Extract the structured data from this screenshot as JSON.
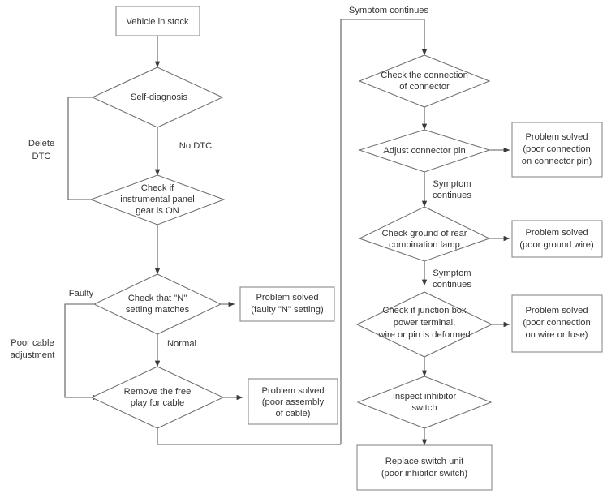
{
  "diagram": {
    "title": "Inhibitor switch / instrument panel gear diagnostic flowchart",
    "colors": {
      "background": "#ffffff",
      "node_stroke": "#8a8a8a",
      "diamond_stroke": "#6f6f6f",
      "edge_stroke": "#5b5b5b",
      "text": "#333333"
    },
    "nodes": [
      {
        "id": "start",
        "shape": "rect",
        "lines": [
          "Vehicle in stock"
        ]
      },
      {
        "id": "selfdiag",
        "shape": "diamond",
        "lines": [
          "Self-diagnosis"
        ]
      },
      {
        "id": "gearon",
        "shape": "diamond",
        "lines": [
          "Check if",
          "instrumental panel",
          "gear is ON"
        ]
      },
      {
        "id": "nsetting",
        "shape": "diamond",
        "lines": [
          "Check that \"N\"",
          "setting matches"
        ]
      },
      {
        "id": "nsolved",
        "shape": "rect",
        "lines": [
          "Problem solved",
          "(faulty \"N\" setting)"
        ]
      },
      {
        "id": "freeplay",
        "shape": "diamond",
        "lines": [
          "Remove the free",
          "play for cable"
        ]
      },
      {
        "id": "cablesolved",
        "shape": "rect",
        "lines": [
          "Problem solved",
          "(poor assembly",
          "of cable)"
        ]
      },
      {
        "id": "connector",
        "shape": "diamond",
        "lines": [
          "Check the connection",
          "of connector"
        ]
      },
      {
        "id": "adjustpin",
        "shape": "diamond",
        "lines": [
          "Adjust connector pin"
        ]
      },
      {
        "id": "pinsolved",
        "shape": "rect",
        "lines": [
          "Problem solved",
          "(poor connection",
          "on connector pin)"
        ]
      },
      {
        "id": "ground",
        "shape": "diamond",
        "lines": [
          "Check ground of rear",
          "combination lamp"
        ]
      },
      {
        "id": "groundsolved",
        "shape": "rect",
        "lines": [
          "Problem solved",
          "(poor ground wire)"
        ]
      },
      {
        "id": "junction",
        "shape": "diamond",
        "lines": [
          "Check if junction box",
          "power terminal,",
          "wire or pin is deformed"
        ]
      },
      {
        "id": "wiresolved",
        "shape": "rect",
        "lines": [
          "Problem solved",
          "(poor connection",
          "on wire or fuse)"
        ]
      },
      {
        "id": "inspect",
        "shape": "diamond",
        "lines": [
          "Inspect inhibitor",
          "switch"
        ]
      },
      {
        "id": "replace",
        "shape": "rect",
        "lines": [
          "Replace switch unit",
          "(poor inhibitor switch)"
        ]
      }
    ],
    "edge_labels": [
      {
        "id": "delete-dtc",
        "lines": [
          "Delete",
          "DTC"
        ]
      },
      {
        "id": "no-dtc",
        "lines": [
          "No DTC"
        ]
      },
      {
        "id": "faulty",
        "lines": [
          "Faulty"
        ]
      },
      {
        "id": "normal",
        "lines": [
          "Normal"
        ]
      },
      {
        "id": "poor-cable",
        "lines": [
          "Poor cable",
          "adjustment"
        ]
      },
      {
        "id": "symptom-continues-1",
        "lines": [
          "Symptom continues"
        ]
      },
      {
        "id": "symptom-continues-2",
        "lines": [
          "Symptom",
          "continues"
        ]
      },
      {
        "id": "symptom-continues-3",
        "lines": [
          "Symptom",
          "continues"
        ]
      }
    ]
  }
}
